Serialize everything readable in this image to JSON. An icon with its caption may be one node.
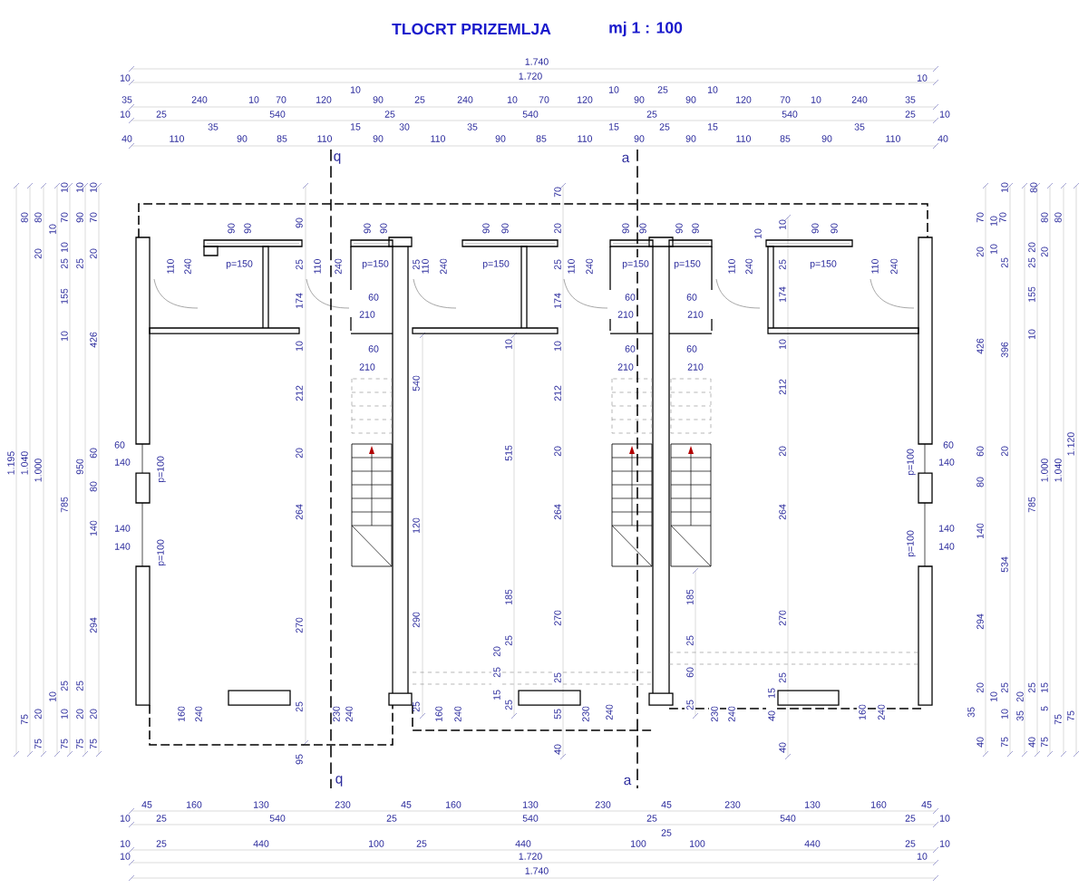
{
  "diagram": {
    "title": "TLOCRT PRIZEMLJA",
    "labels": [
      "mj 1 : 100",
      "1.740",
      "10",
      "1.720",
      "10",
      "10",
      "10",
      "25",
      "10",
      "35",
      "240",
      "10",
      "70",
      "120",
      "90",
      "25",
      "240",
      "10",
      "70",
      "120",
      "90",
      "90",
      "120",
      "70",
      "10",
      "240",
      "35",
      "10",
      "25",
      "540",
      "25",
      "540",
      "25",
      "540",
      "25",
      "10",
      "35",
      "15",
      "30",
      "35",
      "15",
      "25",
      "15",
      "35",
      "40",
      "110",
      "90",
      "85",
      "110",
      "90",
      "110",
      "90",
      "85",
      "110",
      "90",
      "90",
      "110",
      "85",
      "90",
      "110",
      "40",
      "q",
      "a",
      "10",
      "10",
      "10",
      "80",
      "80",
      "70",
      "90",
      "70",
      "10",
      "20",
      "10",
      "25",
      "25",
      "20",
      "155",
      "10",
      "426",
      "1.195",
      "1.040",
      "1.000",
      "60",
      "950",
      "80",
      "785",
      "140",
      "294",
      "25",
      "25",
      "10",
      "20",
      "10",
      "20",
      "20",
      "75",
      "75",
      "75",
      "75",
      "75",
      "60",
      "140",
      "p=100",
      "140",
      "140",
      "p=100",
      "90",
      "90",
      "p=150",
      "110",
      "240",
      "90",
      "25",
      "110",
      "240",
      "174",
      "10",
      "212",
      "20",
      "264",
      "270",
      "25",
      "95",
      "160",
      "240",
      "230",
      "240",
      "90",
      "90",
      "p=150",
      "60",
      "210",
      "60",
      "210",
      "25",
      "110",
      "240",
      "540",
      "120",
      "290",
      "25",
      "160",
      "240",
      "90",
      "90",
      "p=150",
      "10",
      "515",
      "185",
      "25",
      "20",
      "25",
      "15",
      "25",
      "70",
      "20",
      "25",
      "110",
      "240",
      "174",
      "10",
      "212",
      "20",
      "264",
      "270",
      "25",
      "55",
      "40",
      "230",
      "240",
      "90",
      "90",
      "90",
      "90",
      "p=150",
      "p=150",
      "60",
      "60",
      "210",
      "210",
      "60",
      "60",
      "210",
      "210",
      "110",
      "240",
      "185",
      "25",
      "60",
      "25",
      "230",
      "240",
      "10",
      "10",
      "25",
      "174",
      "10",
      "212",
      "20",
      "264",
      "270",
      "25",
      "15",
      "40",
      "40",
      "90",
      "90",
      "p=150",
      "110",
      "240",
      "160",
      "240",
      "60",
      "140",
      "p=100",
      "140",
      "140",
      "p=100",
      "10",
      "80",
      "70",
      "10",
      "70",
      "80",
      "80",
      "20",
      "10",
      "25",
      "20",
      "25",
      "20",
      "155",
      "10",
      "426",
      "396",
      "60",
      "20",
      "80",
      "1.000",
      "1.040",
      "1.120",
      "785",
      "140",
      "534",
      "294",
      "20",
      "10",
      "25",
      "20",
      "25",
      "15",
      "35",
      "10",
      "35",
      "5",
      "75",
      "75",
      "40",
      "75",
      "40",
      "75",
      "q",
      "a",
      "45",
      "160",
      "130",
      "230",
      "45",
      "160",
      "130",
      "230",
      "45",
      "230",
      "130",
      "160",
      "45",
      "10",
      "25",
      "540",
      "25",
      "540",
      "25",
      "540",
      "25",
      "10",
      "25",
      "10",
      "25",
      "440",
      "100",
      "25",
      "440",
      "100",
      "100",
      "440",
      "25",
      "10",
      "10",
      "1.720",
      "10",
      "1.740"
    ]
  }
}
